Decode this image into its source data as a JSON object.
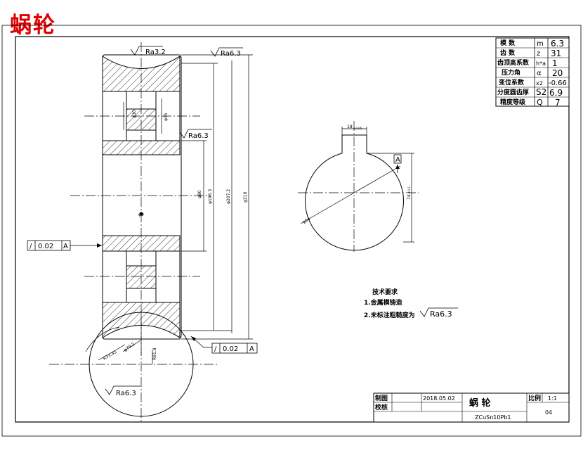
{
  "page": {
    "title": "蜗轮"
  },
  "surface_finish": {
    "ra_hub_top": "Ra3.2",
    "ra_outer_top": "Ra6.3",
    "ra_bore": "Ra6.3",
    "ra_tooth_circle": "Ra6.3"
  },
  "dimensions": {
    "hub_small_dia": "φ30",
    "hub_small_dia2": "φ35",
    "bore_dia": "φ80",
    "pitch_dia": "φ195.3",
    "tip_dia": "φ207.2",
    "outer_dia": "φ210",
    "throat_r1": "R33.45",
    "throat_r2": "φ79.2",
    "arc_r": "R91.8",
    "keyway_width": "18",
    "keyway_width_tol": "+0.05",
    "keyway_depth": "74",
    "keyway_depth_tol": "+0.2",
    "hole_dia": "φ64",
    "center_mark": "φ9"
  },
  "tolerances": {
    "left_frame": {
      "symbol": "/",
      "value": "0.02",
      "datum": "A"
    },
    "bottom_frame": {
      "symbol": "/",
      "value": "0.02",
      "datum": "A"
    },
    "datum_label": "A"
  },
  "parameter_table": {
    "rows": [
      {
        "name": "模  数",
        "symbol": "m",
        "value": "6.3"
      },
      {
        "name": "齿  数",
        "symbol": "z",
        "value": "31"
      },
      {
        "name": "齿顶高系数",
        "symbol": "h*a",
        "value": "1"
      },
      {
        "name": "压力角",
        "symbol": "α",
        "value": "20"
      },
      {
        "name": "变位系数",
        "symbol": "x2",
        "value": "-0.66"
      },
      {
        "name": "分度圆齿厚",
        "symbol": "S2",
        "value": "6.9"
      },
      {
        "name": "精度等级",
        "symbol": "Q",
        "value": "7"
      }
    ]
  },
  "tech_requirements": {
    "heading": "技术要求",
    "items": [
      "1.金属模铸造",
      "2.未标注粗糙度为"
    ],
    "ra_value": "Ra6.3"
  },
  "title_block": {
    "drawn_label": "制图",
    "checked_label": "校核",
    "date": "2018.05.02",
    "part_name": "蜗  轮",
    "material": "ZCuSn10Pb1",
    "scale_label": "比例",
    "scale_value": "1:1",
    "drawing_no": "04"
  }
}
